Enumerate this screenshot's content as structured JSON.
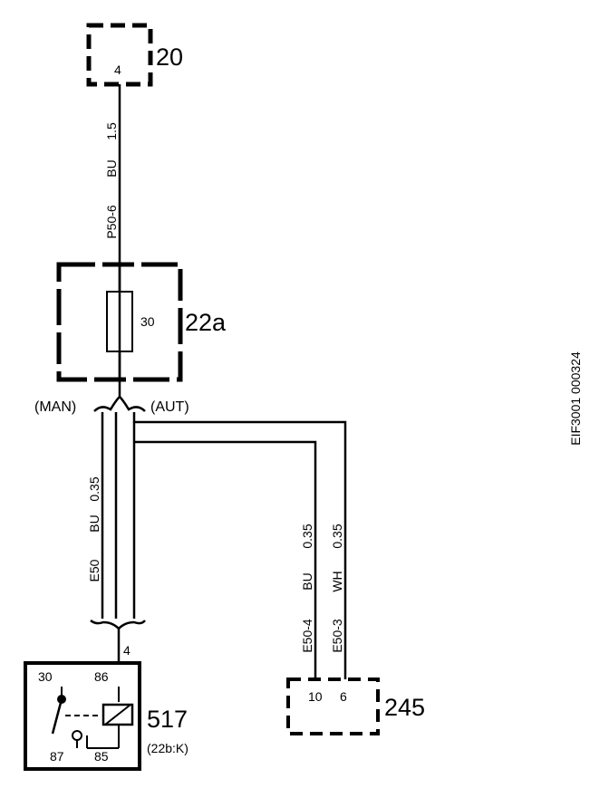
{
  "components": {
    "c20": {
      "id": "20",
      "pin": "4"
    },
    "c22a": {
      "id": "22a",
      "fuse": "30"
    },
    "c517": {
      "id": "517",
      "sub": "(22b:K)",
      "pin_top": "4",
      "p30": "30",
      "p86": "86",
      "p87": "87",
      "p85": "85"
    },
    "c245": {
      "id": "245",
      "pin_a": "10",
      "pin_b": "6"
    }
  },
  "wires": {
    "w_top": {
      "gauge": "1.5",
      "color": "BU",
      "code": "P50-6"
    },
    "w_man": {
      "gauge": "0.35",
      "color": "BU",
      "code": "E50"
    },
    "w_245a": {
      "gauge": "0.35",
      "color": "BU",
      "code": "E50-4"
    },
    "w_245b": {
      "gauge": "0.35",
      "color": "WH",
      "code": "E50-3"
    }
  },
  "branches": {
    "man": "(MAN)",
    "aut": "(AUT)"
  },
  "doc_ref": "EIF3001 000324"
}
